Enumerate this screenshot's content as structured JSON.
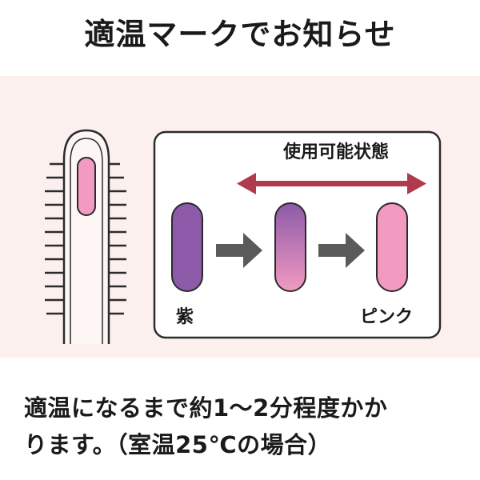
{
  "title": "適温マークでお知らせ",
  "indicator": {
    "range_label": "使用可能状態",
    "stages": [
      {
        "label": "紫",
        "color": "#8c5aa8"
      },
      {
        "label": "",
        "color": "gradient-purple-to-pink"
      },
      {
        "label": "ピンク",
        "color": "#f29ac2"
      }
    ]
  },
  "caption": {
    "line1": "適温になるまで約1～2分程度かか",
    "line2": "ります。（室温25℃の場合）"
  },
  "colors": {
    "panel_background": "#fcf0ef",
    "arrow_range": "#b03a4e",
    "arrow_step": "#5a5a5a",
    "purple": "#8c5aa8",
    "pink": "#f29ac2"
  }
}
